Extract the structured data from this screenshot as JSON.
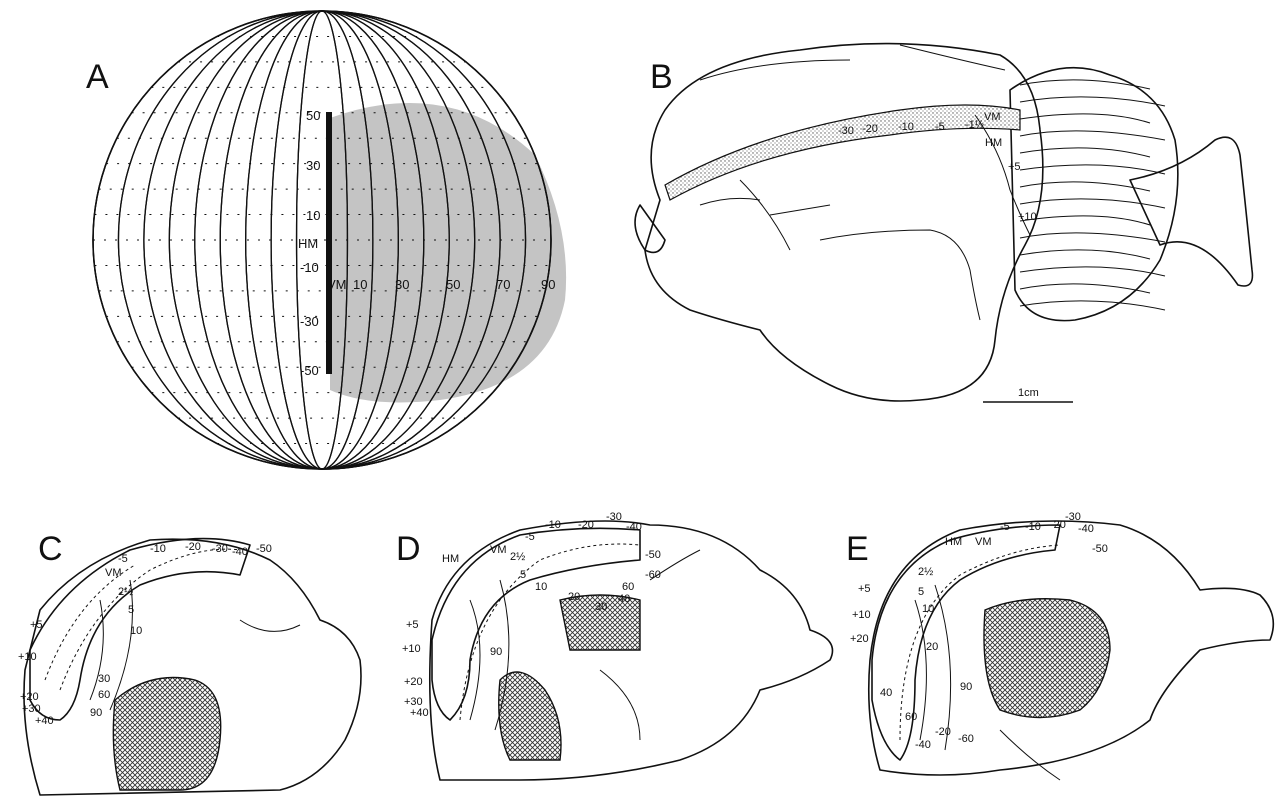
{
  "panels": {
    "A": {
      "letter": "A",
      "y_ticks": [
        "50",
        "30",
        "10",
        "HM",
        "-10",
        "-30",
        "-50"
      ],
      "x_ticks": [
        "VM",
        "10",
        "30",
        "50",
        "70",
        "90"
      ]
    },
    "B": {
      "letter": "B",
      "labels": [
        "-30",
        "-20",
        "-10",
        "-5",
        "-1½",
        "VM",
        "HM",
        "+5",
        "+10"
      ],
      "scale_bar": "1cm"
    },
    "C": {
      "letter": "C",
      "labels": [
        "-5",
        "-10",
        "-20",
        "-30",
        "-40",
        "-50",
        "VM",
        "2½",
        "5",
        "10",
        "+5",
        "+10",
        "+20",
        "+30",
        "+40",
        "30",
        "60",
        "90"
      ]
    },
    "D": {
      "letter": "D",
      "labels": [
        "-5",
        "-10",
        "-20",
        "-30",
        "-40",
        "-50",
        "-60",
        "HM",
        "VM",
        "2½",
        "5",
        "10",
        "20",
        "30",
        "40",
        "60",
        "+5",
        "+10",
        "+20",
        "+30",
        "+40",
        "90"
      ]
    },
    "E": {
      "letter": "E",
      "labels": [
        "-5",
        "-10",
        "-20",
        "-30",
        "-40",
        "-50",
        "HM",
        "VM",
        "+5",
        "+10",
        "+20",
        "2½",
        "5",
        "10",
        "20",
        "40",
        "60",
        "90",
        "-20",
        "-40",
        "-60"
      ]
    }
  },
  "colors": {
    "ink": "#111111",
    "shade": "#bdbdbd",
    "hatch": "#555555"
  }
}
